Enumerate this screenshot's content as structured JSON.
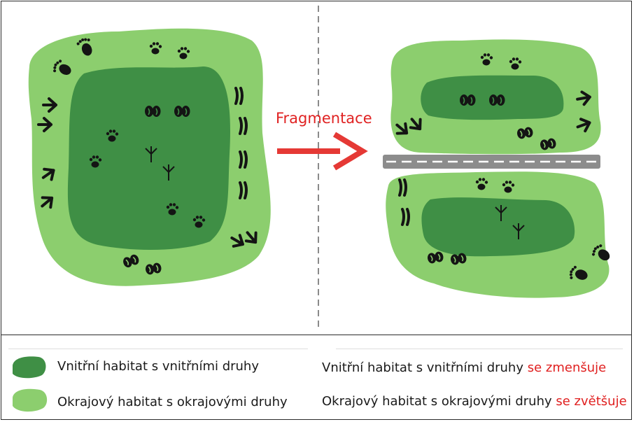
{
  "arrow_label": "Fragmentace",
  "legend": {
    "inner": {
      "label": "Vnitřní habitat s vnitřními druhy",
      "color": "#3f8f45"
    },
    "edge": {
      "label": "Okrajový habitat s okrajovými druhy",
      "color": "#8cce6e"
    }
  },
  "outcome": {
    "inner_text": "Vnitřní habitat s vnitřními druhy",
    "inner_change": "se zmenšuje",
    "edge_text": "Okrajový habitat s okrajovými druhy",
    "edge_change": "se zvětšuje"
  },
  "colors": {
    "edge": "#8cce6e",
    "inner": "#3f8f45",
    "arrow": "#e53935",
    "road": "#8c8c8c",
    "track": "#141414"
  },
  "icons": [
    "paw-print-icon",
    "hoof-print-icon",
    "bird-track-icon",
    "road-icon",
    "arrow-right-icon"
  ]
}
